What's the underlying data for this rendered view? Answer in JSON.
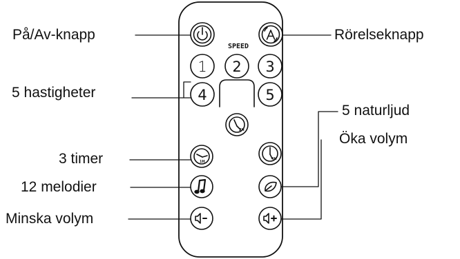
{
  "remote": {
    "speed_label": "SPEED",
    "speed_numbers": [
      "1",
      "2",
      "3",
      "4",
      "5"
    ],
    "timer_marks": [
      "1H",
      "2H",
      "4H"
    ]
  },
  "labels": {
    "power": "På/Av-knapp",
    "motion": "Rörelseknapp",
    "speeds": "5 hastigheter",
    "nature_sounds": "5 naturljud",
    "volume_up": "Öka volym",
    "timer": "3 timer",
    "melodies": "12 melodier",
    "volume_down": "Minska volym"
  },
  "icons": {
    "power": "power-icon",
    "motion": "motion-a-icon",
    "timer_center": "clock-icon",
    "timer_left": "clock-icon",
    "timer_right": "clock-icon",
    "melody": "music-note-icon",
    "nature": "leaf-icon",
    "volume_down": "speaker-minus-icon",
    "volume_up": "speaker-plus-icon"
  },
  "colors": {
    "ink": "#111111",
    "background": "#ffffff"
  }
}
